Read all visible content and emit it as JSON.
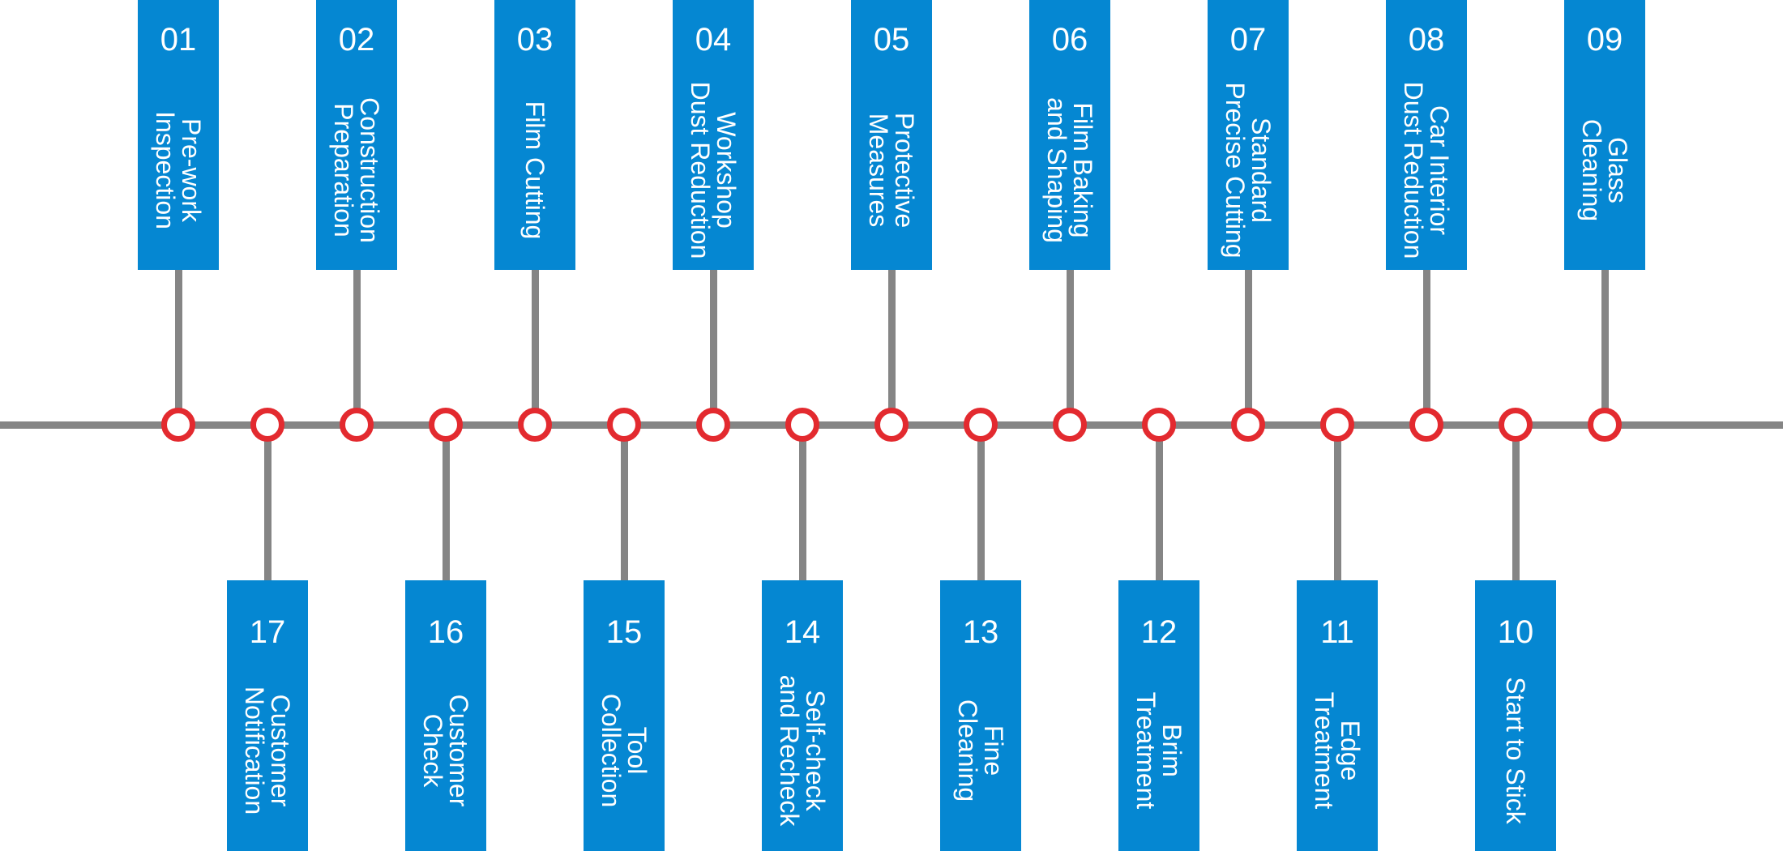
{
  "colors": {
    "box": "#0587d2",
    "line": "#858585",
    "marker": "#e32a2f",
    "text": "#ffffff"
  },
  "steps": [
    {
      "num": "01",
      "label": "Pre-work\nInspection",
      "side": "top"
    },
    {
      "num": "02",
      "label": "Construction\nPreparation",
      "side": "top"
    },
    {
      "num": "03",
      "label": "Film Cutting",
      "side": "top"
    },
    {
      "num": "04",
      "label": "Workshop\nDust Reduction",
      "side": "top"
    },
    {
      "num": "05",
      "label": "Protective\nMeasures",
      "side": "top"
    },
    {
      "num": "06",
      "label": "Film Baking\nand Shaping",
      "side": "top"
    },
    {
      "num": "07",
      "label": "Standard\nPrecise Cutting",
      "side": "top"
    },
    {
      "num": "08",
      "label": "Car Interior\nDust Reduction",
      "side": "top"
    },
    {
      "num": "09",
      "label": "Glass\nCleaning",
      "side": "top"
    },
    {
      "num": "10",
      "label": "Start to Stick",
      "side": "bottom"
    },
    {
      "num": "11",
      "label": "Edge\nTreatment",
      "side": "bottom"
    },
    {
      "num": "12",
      "label": "Brim\nTreatment",
      "side": "bottom"
    },
    {
      "num": "13",
      "label": "Fine\nCleaning",
      "side": "bottom"
    },
    {
      "num": "14",
      "label": "Self-check\nand Recheck",
      "side": "bottom"
    },
    {
      "num": "15",
      "label": "Tool\nCollection",
      "side": "bottom"
    },
    {
      "num": "16",
      "label": "Customer\nCheck",
      "side": "bottom"
    },
    {
      "num": "17",
      "label": "Customer\nNotification",
      "side": "bottom"
    }
  ]
}
